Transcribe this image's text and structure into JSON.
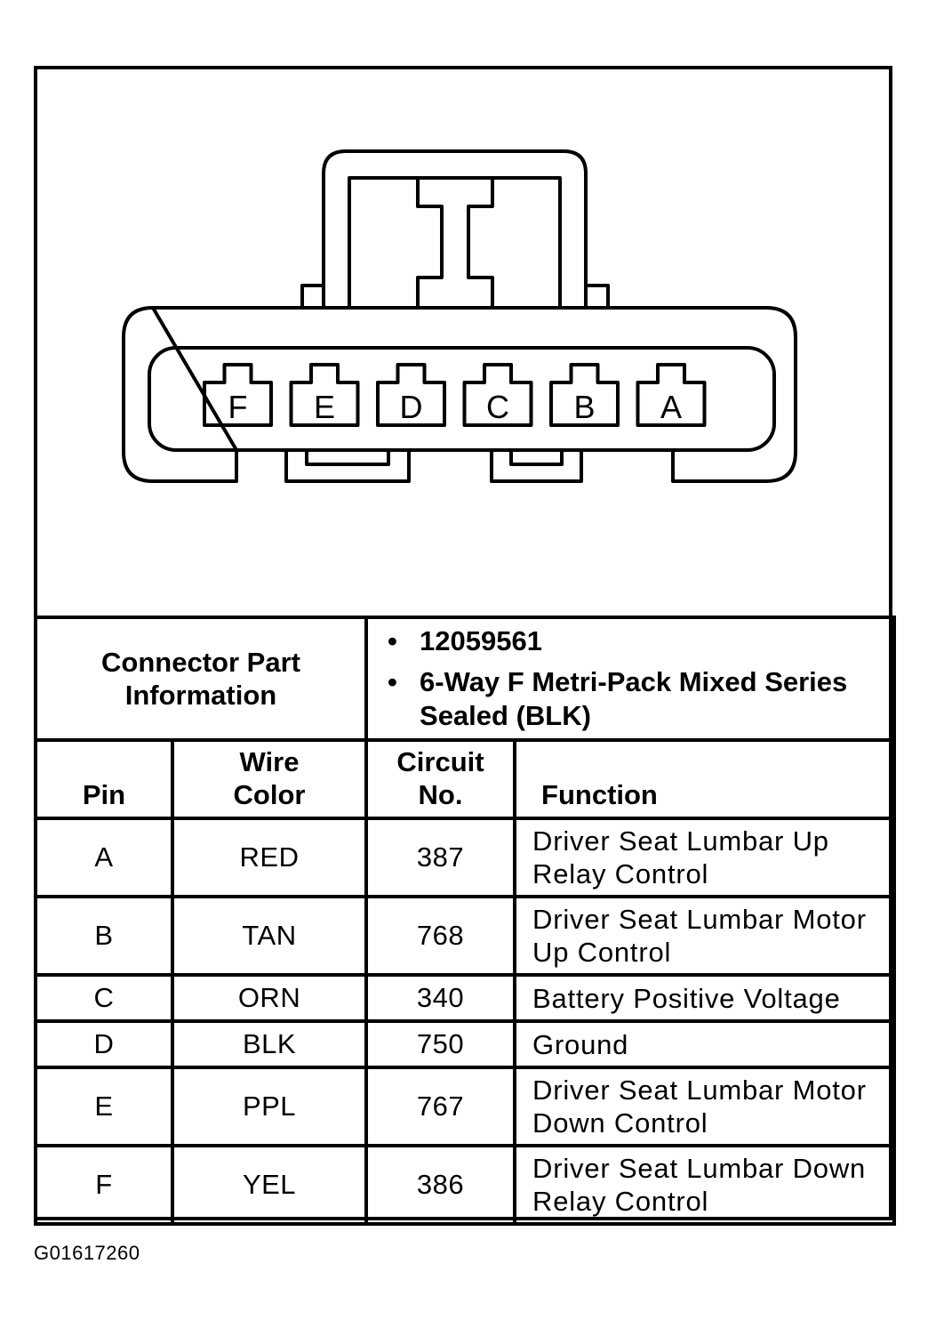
{
  "connector": {
    "pin_labels": [
      "F",
      "E",
      "D",
      "C",
      "B",
      "A"
    ]
  },
  "part_info": {
    "label": "Connector Part Information",
    "part_number": "12059561",
    "description": "6-Way F Metri-Pack Mixed Series Sealed (BLK)"
  },
  "columns": {
    "pin": "Pin",
    "wire_color": "Wire Color",
    "circuit_no": "Circuit No.",
    "function": "Function"
  },
  "rows": [
    {
      "pin": "A",
      "wire_color": "RED",
      "circuit": "387",
      "function": "Driver Seat Lumbar Up Relay Control"
    },
    {
      "pin": "B",
      "wire_color": "TAN",
      "circuit": "768",
      "function": "Driver Seat Lumbar Motor Up Control"
    },
    {
      "pin": "C",
      "wire_color": "ORN",
      "circuit": "340",
      "function": "Battery Positive Voltage"
    },
    {
      "pin": "D",
      "wire_color": "BLK",
      "circuit": "750",
      "function": "Ground"
    },
    {
      "pin": "E",
      "wire_color": "PPL",
      "circuit": "767",
      "function": "Driver Seat Lumbar Motor Down Control"
    },
    {
      "pin": "F",
      "wire_color": "YEL",
      "circuit": "386",
      "function": "Driver Seat Lumbar Down Relay Control"
    }
  ],
  "figure_id": "G01617260"
}
